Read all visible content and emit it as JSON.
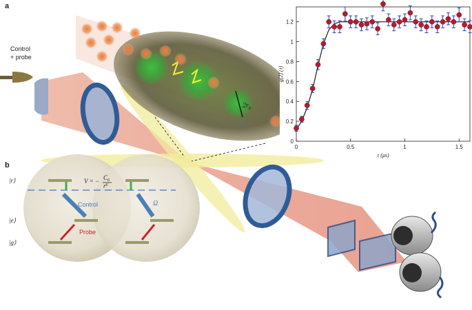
{
  "panels": {
    "a": "a",
    "b": "b"
  },
  "setup": {
    "input_label_line1": "Control",
    "input_label_line2": "+ probe",
    "blockade_radius": "2r",
    "blockade_radius_sub": "b"
  },
  "levels": {
    "r": "|r⟩",
    "e": "|e⟩",
    "g": "|g⟩",
    "interaction_V": "V = −",
    "interaction_num": "C",
    "interaction_num_sub": "6",
    "interaction_den": "r",
    "interaction_den_sup": "6",
    "control_label": "Control",
    "probe_label": "Probe",
    "omega_label": "Ω"
  },
  "colors": {
    "control_arrow": "#4a7fb8",
    "probe_arrow": "#c8262b",
    "rydberg_arrow": "#3db04a",
    "data_points": "#b01c32",
    "error_bars": "#2b3fb0",
    "fit_line": "#1a1a1a",
    "beam": "#e8866a",
    "cloud": "#2fa33a"
  },
  "chart_data": {
    "type": "scatter",
    "xlabel": "τ (μs)",
    "ylabel": "g(2) (τ)",
    "xlim": [
      0,
      1.6
    ],
    "ylim": [
      0,
      1.35
    ],
    "xticks": [
      "0",
      "0.5",
      "1",
      "1.5"
    ],
    "yticks": [
      "0",
      "0.2",
      "0.4",
      "0.6",
      "0.8",
      "1",
      "1.2"
    ],
    "grid": false,
    "series": [
      {
        "x": [
          0.0,
          0.05,
          0.1,
          0.15,
          0.2,
          0.25,
          0.3,
          0.35,
          0.4,
          0.45,
          0.5,
          0.55,
          0.6,
          0.65,
          0.7,
          0.75,
          0.8,
          0.85,
          0.9,
          0.95,
          1.0,
          1.05,
          1.1,
          1.15,
          1.2,
          1.25,
          1.3,
          1.35,
          1.4,
          1.45,
          1.5,
          1.55,
          1.6
        ],
        "y": [
          0.13,
          0.22,
          0.36,
          0.53,
          0.77,
          0.98,
          1.2,
          1.15,
          1.15,
          1.28,
          1.2,
          1.2,
          1.17,
          1.18,
          1.2,
          1.13,
          1.38,
          1.22,
          1.17,
          1.2,
          1.22,
          1.29,
          1.2,
          1.17,
          1.15,
          1.2,
          1.15,
          1.2,
          1.23,
          1.2,
          1.27,
          1.17,
          1.15
        ],
        "err": [
          0.03,
          0.03,
          0.04,
          0.04,
          0.05,
          0.05,
          0.06,
          0.06,
          0.06,
          0.07,
          0.06,
          0.06,
          0.06,
          0.06,
          0.06,
          0.06,
          0.07,
          0.06,
          0.06,
          0.06,
          0.06,
          0.07,
          0.06,
          0.06,
          0.06,
          0.06,
          0.06,
          0.06,
          0.06,
          0.06,
          0.07,
          0.06,
          0.06
        ]
      }
    ],
    "fit": {
      "x": [
        0.0,
        0.05,
        0.1,
        0.15,
        0.2,
        0.25,
        0.3,
        0.35,
        0.4,
        0.5,
        0.7,
        1.0,
        1.3,
        1.6
      ],
      "y": [
        0.12,
        0.2,
        0.34,
        0.52,
        0.76,
        0.98,
        1.12,
        1.18,
        1.2,
        1.2,
        1.2,
        1.2,
        1.2,
        1.2
      ]
    }
  }
}
